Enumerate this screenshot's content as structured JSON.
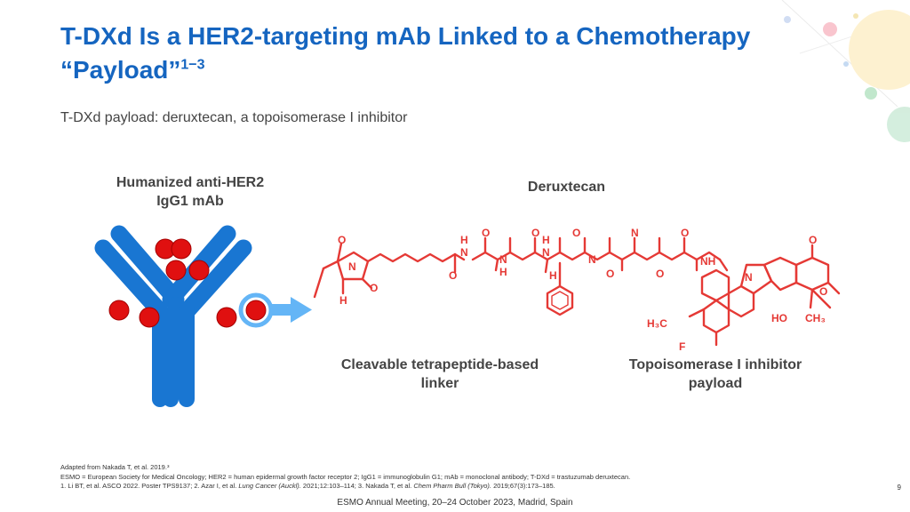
{
  "slide": {
    "title_main": "T-DXd Is a HER2-targeting mAb Linked to a Chemotherapy “Payload”",
    "title_sup": "1−3",
    "subtitle": "T-DXd payload: deruxtecan, a topoisomerase I inhibitor",
    "antibody_label_line1": "Humanized anti-HER2",
    "antibody_label_line2": "IgG1 mAb",
    "deruxtecan_label": "Deruxtecan",
    "linker_label_line1": "Cleavable tetrapeptide-based",
    "linker_label_line2": "linker",
    "payload_label_line1": "Topoisomerase I inhibitor",
    "payload_label_line2": "payload"
  },
  "structure_atoms": {
    "o1": "O",
    "o2": "O",
    "o3": "O",
    "o4": "O",
    "o5": "O",
    "o6": "O",
    "o7": "O",
    "o8": "O",
    "o9": "O",
    "o10": "O",
    "o11": "O",
    "n1": "N",
    "n2": "N",
    "n3": "N",
    "n4": "N",
    "n5": "N",
    "n6": "N",
    "n7": "N",
    "h1": "H",
    "h2": "H",
    "h3": "H",
    "h4": "H",
    "h5": "H",
    "nh": "NH",
    "h3c": "H₃C",
    "f": "F",
    "ho": "HO",
    "ch3": "CH₃"
  },
  "footer": {
    "adapted": "Adapted from Nakada T, et al. 2019.³",
    "abbreviations": "ESMO = European Society for Medical Oncology; HER2 = human epidermal growth factor receptor 2; IgG1 = immunoglobulin G1; mAb = monoclonal antibody; T-DXd = trastuzumab deruxtecan.",
    "ref_part1": "1. Li BT, et al. ASCO 2022. Poster TPS9137; 2. Azar I, et al. ",
    "ref_journal1": "Lung Cancer (Auckl).",
    "ref_part2": " 2021;12:103–114; 3. Nakada T, et al. ",
    "ref_journal2": "Chem Pharm Bull (Tokyo).",
    "ref_part3": " 2019;67(3):173–185.",
    "page_number": "9",
    "meeting": "ESMO Annual Meeting, 20–24 October 2023, Madrid, Spain"
  },
  "colors": {
    "title": "#1565c0",
    "antibody": "#1976d2",
    "drug": "#e01010",
    "structure": "#e53935",
    "arrow": "#64b5f6"
  },
  "icons": {
    "decor": "bubble-decoration",
    "arrow": "right-arrow"
  }
}
